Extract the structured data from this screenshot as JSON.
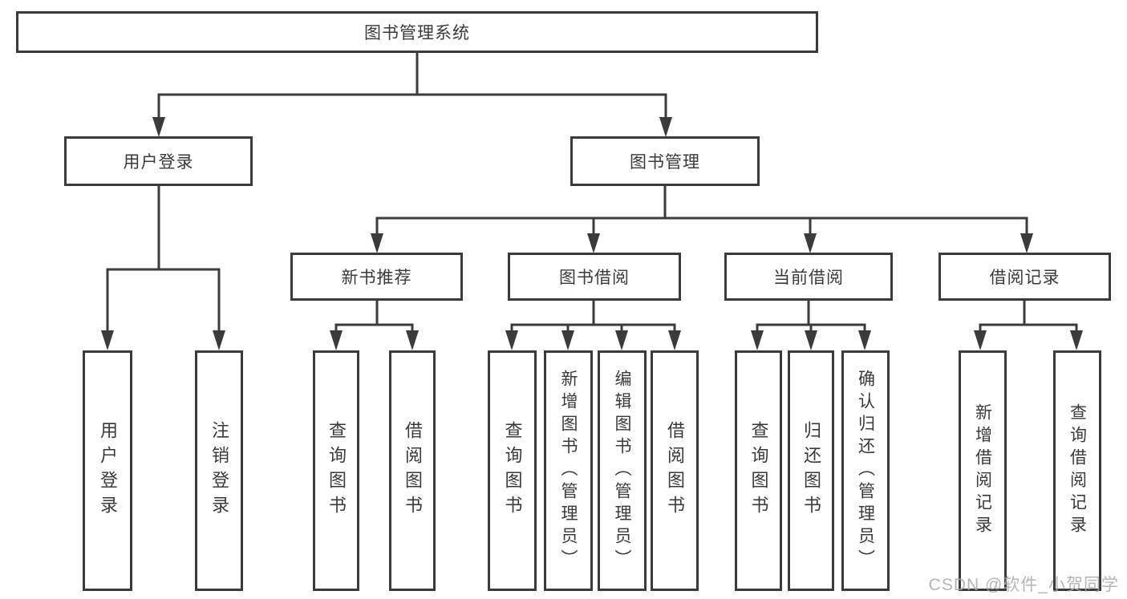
{
  "diagram_title": "图书管理系统",
  "tree": {
    "root": {
      "label": "图书管理系统",
      "children": [
        {
          "label": "用户登录",
          "children": [
            {
              "label": "用户登录"
            },
            {
              "label": "注销登录"
            }
          ]
        },
        {
          "label": "图书管理",
          "children": [
            {
              "label": "新书推荐",
              "children": [
                {
                  "label": "查询图书"
                },
                {
                  "label": "借阅图书"
                }
              ]
            },
            {
              "label": "图书借阅",
              "children": [
                {
                  "label": "查询图书"
                },
                {
                  "label": "新增图书（管理员）"
                },
                {
                  "label": "编辑图书（管理员）"
                },
                {
                  "label": "借阅图书"
                }
              ]
            },
            {
              "label": "当前借阅",
              "children": [
                {
                  "label": "查询图书"
                },
                {
                  "label": "归还图书"
                },
                {
                  "label": "确认归还（管理员）"
                }
              ]
            },
            {
              "label": "借阅记录",
              "children": [
                {
                  "label": "新增借阅记录"
                },
                {
                  "label": "查询借阅记录"
                }
              ]
            }
          ]
        }
      ]
    }
  },
  "watermark": "CSDN @软件_小贺同学",
  "colors": {
    "line": "#3b3b3b",
    "box_border": "#3b3b3b",
    "text": "#3a3a3a",
    "watermark": "#a8a8a8",
    "background": "#ffffff"
  }
}
